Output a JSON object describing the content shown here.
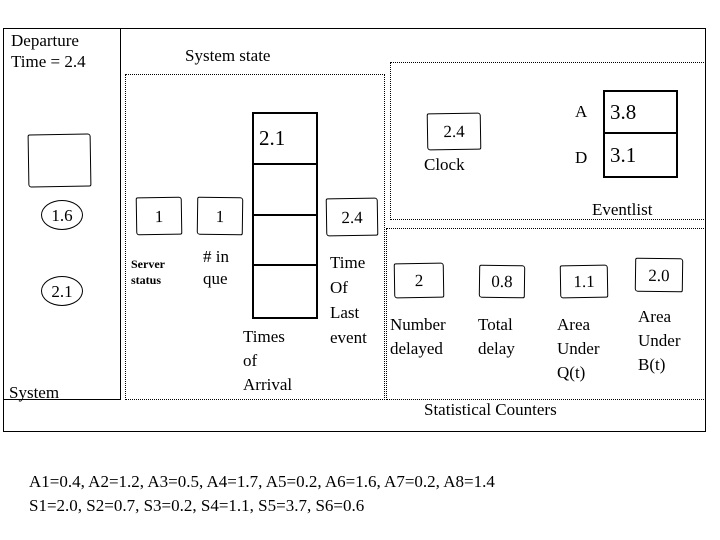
{
  "slide": {
    "title": "System state",
    "departure_header": "Departure\nTime = 2.4",
    "system_label": "System"
  },
  "system_panel": {
    "server_box_value": "",
    "circle_in_service": "1.6",
    "circle_in_queue": "2.1"
  },
  "system_state": {
    "server_status": {
      "value": "1",
      "label": "Server\nstatus"
    },
    "num_in_queue": {
      "value": "1",
      "label": "# in\nque"
    },
    "times_of_arrival": {
      "label": "Times\nof\nArrival",
      "cells": [
        "2.1",
        "",
        "",
        ""
      ]
    },
    "time_of_last_event": {
      "value": "2.4",
      "label": "Time\nOf\nLast\nevent"
    }
  },
  "clock_panel": {
    "clock": {
      "value": "2.4",
      "label": "Clock"
    },
    "eventlist": {
      "label": "Eventlist",
      "rows": [
        {
          "tag": "A",
          "time": "3.8"
        },
        {
          "tag": "D",
          "time": "3.1"
        }
      ]
    }
  },
  "statistical_counters": {
    "title": "Statistical Counters",
    "items": [
      {
        "value": "2",
        "label": "Number\ndelayed"
      },
      {
        "value": "0.8",
        "label": "Total\ndelay"
      },
      {
        "value": "1.1",
        "label": "Area\nUnder\nQ(t)"
      },
      {
        "value": "2.0",
        "label": "Area\nUnder\nB(t)"
      }
    ]
  },
  "footer": {
    "line1": "A1=0.4, A2=1.2, A3=0.5, A4=1.7, A5=0.2, A6=1.6, A7=0.2, A8=1.4",
    "line2": "S1=2.0, S2=0.7, S3=0.2, S4=1.1, S5=3.7, S6=0.6"
  },
  "colors": {
    "ink": "#000000",
    "background": "#ffffff"
  }
}
